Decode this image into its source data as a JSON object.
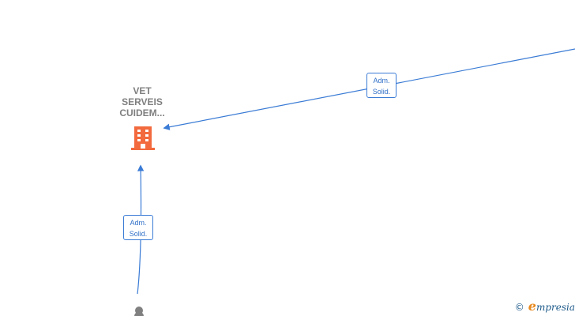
{
  "company_node": {
    "name": "VET\nSERVEIS\nCUIDEM...",
    "icon": "building-icon",
    "color": "#f26a3d"
  },
  "edges": [
    {
      "id": "right",
      "line1": "Adm.",
      "line2": "Solid."
    },
    {
      "id": "bottom",
      "line1": "Adm.",
      "line2": "Solid."
    }
  ],
  "watermark": {
    "copyright": "©",
    "brand_initial": "e",
    "brand_rest": "mpresia"
  },
  "colors": {
    "edge": "#3a7bd5",
    "node": "#f26a3d",
    "person": "#808080"
  }
}
